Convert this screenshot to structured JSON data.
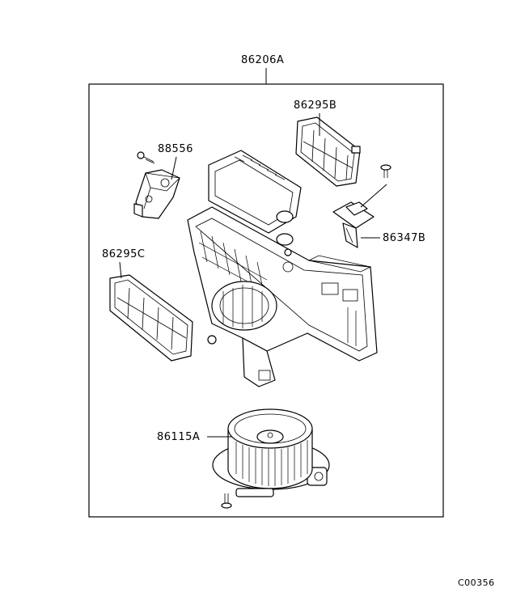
{
  "labels": {
    "assembly": "86206A",
    "filter_top": "86295B",
    "actuator": "88556",
    "filter_left": "86295C",
    "resistor": "86347B",
    "blower_motor": "86115A"
  },
  "footer": {
    "code": "C00356"
  }
}
